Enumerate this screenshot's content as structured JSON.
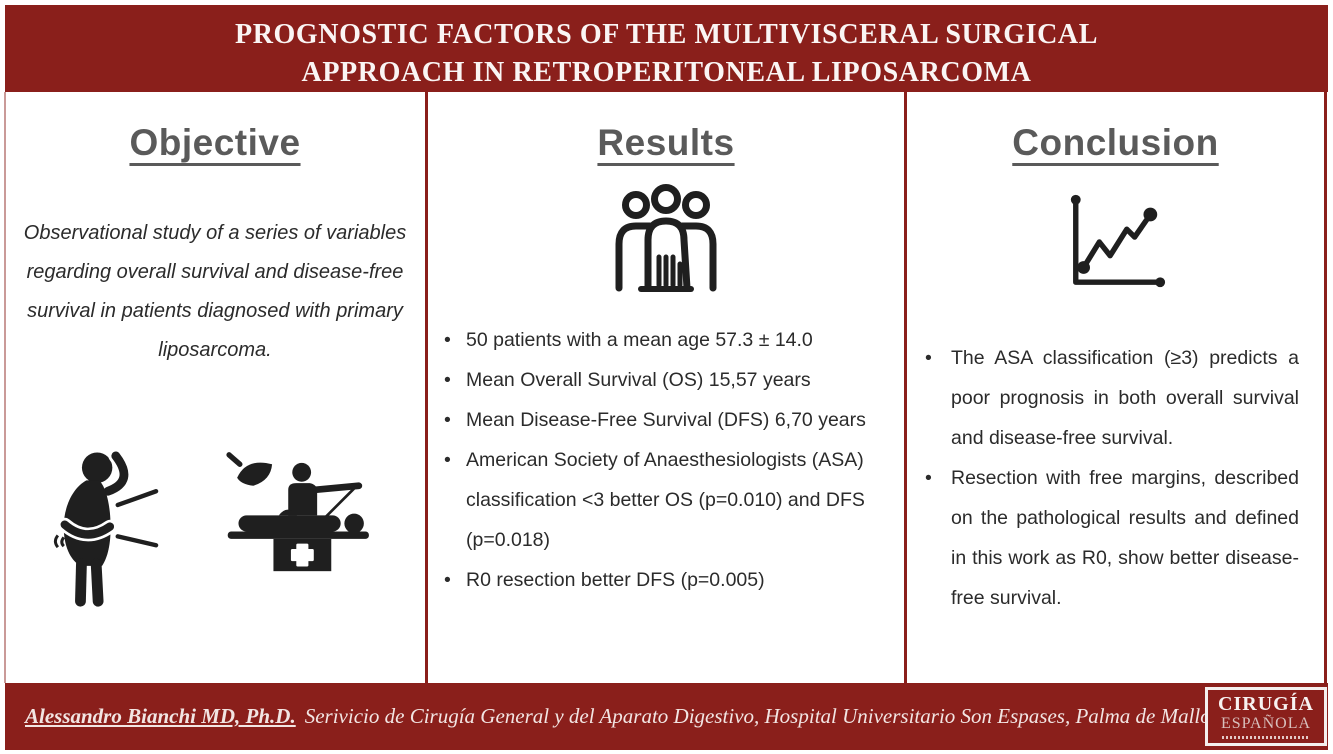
{
  "header": {
    "title_line1": "PROGNOSTIC FACTORS OF THE MULTIVISCERAL SURGICAL",
    "title_line2": "APPROACH IN RETROPERITONEAL LIPOSARCOMA"
  },
  "colors": {
    "accent_red": "#8A1F1B",
    "heading_gray": "#5A5A5A",
    "body_text": "#2B2B2B",
    "footer_text": "#F2E5E3"
  },
  "objective": {
    "heading": "Objective",
    "body": "Observational study of a series of variables regarding overall survival and disease-free survival in patients diagnosed with primary liposarcoma.",
    "icons": [
      "abdominal-pain-person-icon",
      "surgery-operation-icon"
    ]
  },
  "results": {
    "heading": "Results",
    "icon": "patients-group-icon",
    "bullets": [
      "50 patients with a mean age 57.3 ± 14.0",
      "Mean Overall Survival (OS) 15,57 years",
      "Mean Disease-Free Survival (DFS) 6,70 years",
      "American Society of Anaesthesiologists (ASA) classification <3  better OS (p=0.010) and DFS (p=0.018)",
      "R0 resection better DFS (p=0.005)"
    ]
  },
  "conclusion": {
    "heading": "Conclusion",
    "icon": "line-chart-icon",
    "bullets": [
      "The ASA classification (≥3) predicts a poor prognosis in both overall survival and disease-free survival.",
      "Resection with free margins, described on the pathological results and defined in this work as R0, show better disease-free survival."
    ]
  },
  "footer": {
    "author": "Alessandro Bianchi MD, Ph.D.",
    "affiliation": "Serivicio de Cirugía General y del Aparato Digestivo, Hospital Universitario Son Espases, Palma de Mallorca, Spain.",
    "logo_line1": "CIRUGÍA",
    "logo_line2": "ESPAÑOLA"
  }
}
